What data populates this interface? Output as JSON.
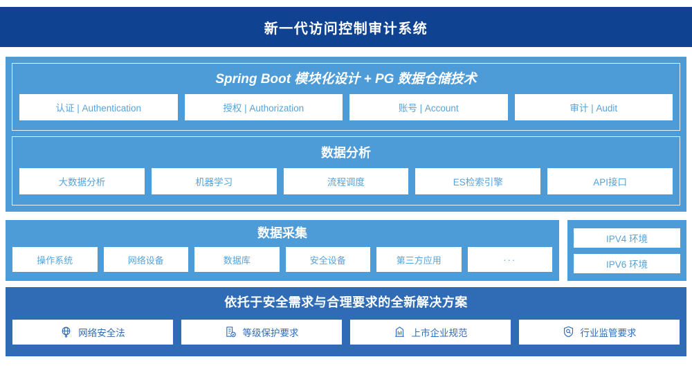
{
  "header": {
    "title": "新一代访问控制审计系统"
  },
  "sections": {
    "spring": {
      "title": "Spring Boot 模块化设计 + PG 数据仓储技术",
      "cards": [
        "认证 | Authentication",
        "授权 | Authorization",
        "账号 | Account",
        "审计 | Audit"
      ]
    },
    "analysis": {
      "title": "数据分析",
      "cards": [
        "大数据分析",
        "机器学习",
        "流程调度",
        "ES检索引擎",
        "API接口"
      ]
    },
    "collection": {
      "title": "数据采集",
      "cards": [
        "操作系统",
        "网络设备",
        "数据库",
        "安全设备",
        "第三方应用",
        "···"
      ]
    },
    "environment": {
      "cards": [
        "IPV4 环境",
        "IPV6 环境"
      ]
    },
    "bottom": {
      "title": "依托于安全需求与合理要求的全新解决方案",
      "cards": [
        {
          "label": "网络安全法",
          "icon": "globe-icon"
        },
        {
          "label": "等级保护要求",
          "icon": "document-check-icon"
        },
        {
          "label": "上市企业规范",
          "icon": "bank-building-icon"
        },
        {
          "label": "行业监管要求",
          "icon": "shield-search-icon"
        }
      ]
    }
  },
  "colors": {
    "header_bg": "#0f4290",
    "panel_blue": "#4d9bd7",
    "bottom_blue": "#2f6cb5",
    "card_text": "#55a3db",
    "bottom_card_text": "#2f6cb5",
    "card_bg": "#ffffff"
  }
}
